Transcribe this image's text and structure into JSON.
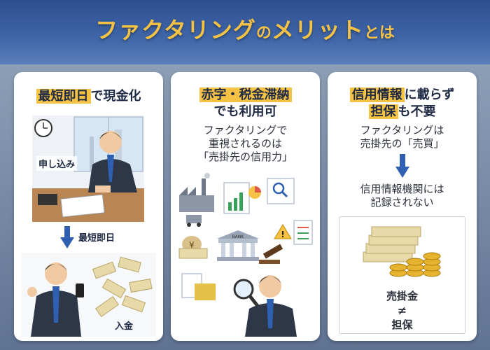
{
  "header": {
    "title_main": "ファクタリング",
    "title_no": "の",
    "title_merit": "メリット",
    "title_towa": "とは"
  },
  "cards": [
    {
      "title_highlight": "最短即日",
      "title_rest": "で現金化",
      "label_apply": "申し込み",
      "arrow_label": "最短即日",
      "label_deposit": "入金"
    },
    {
      "title_line1": "赤字・税金滞納",
      "title_line2": "でも利用可",
      "text_line1": "ファクタリングで",
      "text_line2": "重視されるのは",
      "text_line3": "「売掛先の信用力」",
      "bank_sign": "BANK"
    },
    {
      "title_line1_highlight": "信用情報",
      "title_line1_rest": "に載らず",
      "title_line2_highlight": "担保",
      "title_line2_rest": "も不要",
      "text_line1": "ファクタリングは",
      "text_line2": "売掛先の「売買」",
      "text_line3": "信用情報機関には",
      "text_line4": "記録されない",
      "label_receivable": "売掛金",
      "equals_symbol": "≠",
      "label_collateral": "担保"
    }
  ],
  "colors": {
    "accent_yellow": "#f6c244",
    "arrow_blue": "#2f5fb0",
    "header_blue": "#2e4f8f"
  }
}
